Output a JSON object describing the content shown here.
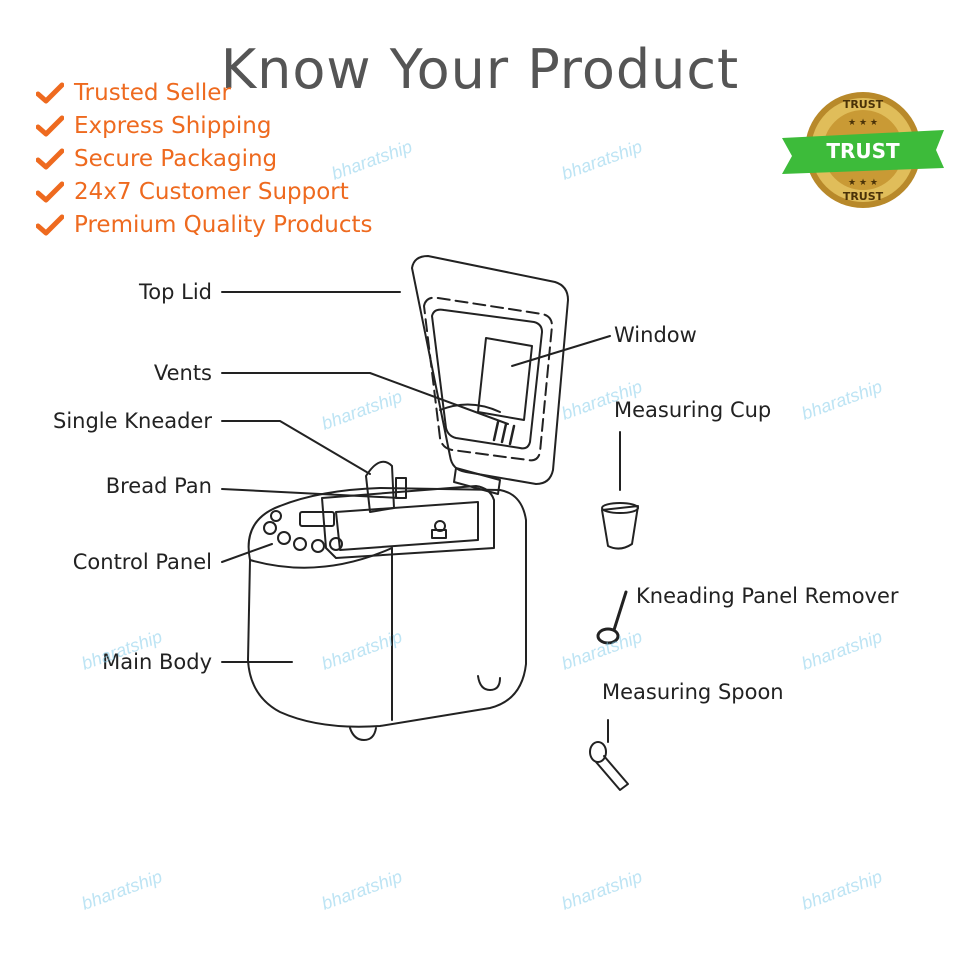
{
  "title": "Know Your Product",
  "features": [
    "Trusted Seller",
    "Express Shipping",
    "Secure Packaging",
    "24x7 Customer Support",
    "Premium Quality Products"
  ],
  "badge": {
    "ring_top": "TRUST",
    "center": "TRUST",
    "ring_bottom": "TRUST"
  },
  "labels": {
    "top_lid": "Top Lid",
    "vents": "Vents",
    "single_kneader": "Single Kneader",
    "bread_pan": "Bread Pan",
    "control_panel": "Control Panel",
    "main_body": "Main Body",
    "window": "Window",
    "measuring_cup": "Measuring Cup",
    "kneading_panel_remover": "Kneading Panel Remover",
    "measuring_spoon": "Measuring Spoon"
  },
  "watermark": "bharatship",
  "colors": {
    "accent": "#ee6a1f",
    "title": "#555555",
    "badge_green": "#3dbb3a",
    "badge_gold": "#c9a13a",
    "watermark": "#87cdeb"
  },
  "icons": {
    "feature": "checkmark-icon",
    "badge": "trust-seal-icon"
  }
}
